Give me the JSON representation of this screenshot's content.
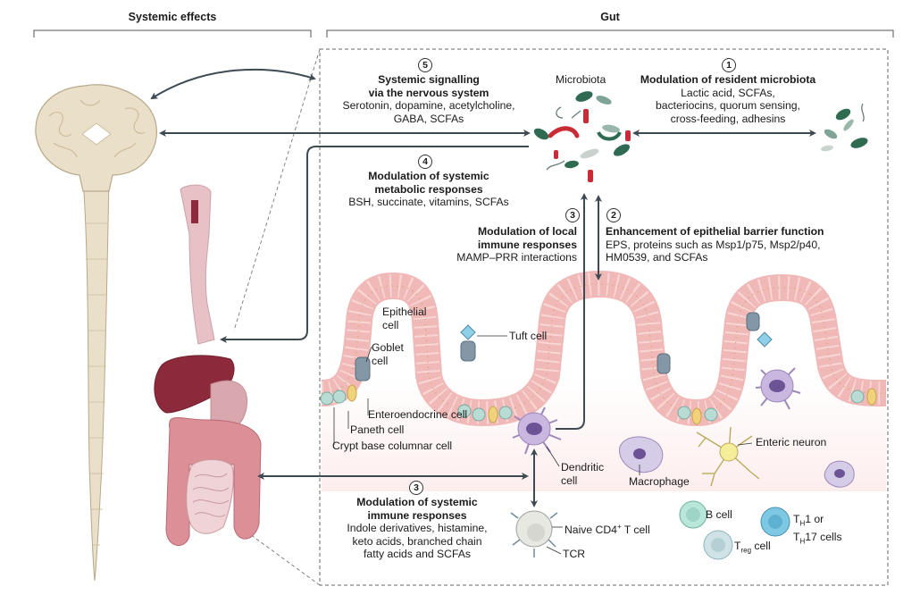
{
  "headers": {
    "systemic": "Systemic effects",
    "gut": "Gut"
  },
  "numbers": {
    "n5": "5",
    "n1": "1",
    "n4": "4",
    "n3a": "3",
    "n2": "2",
    "n3b": "3"
  },
  "blocks": {
    "nervous": {
      "title1": "Systemic signalling",
      "title2": "via the nervous system",
      "line1": "Serotonin, dopamine, acetylcholine,",
      "line2": "GABA, SCFAs"
    },
    "microbiota_label": "Microbiota",
    "resident": {
      "title": "Modulation of resident microbiota",
      "line1": "Lactic acid, SCFAs,",
      "line2": "bacteriocins, quorum sensing,",
      "line3": "cross-feeding, adhesins"
    },
    "metabolic": {
      "title1": "Modulation of systemic",
      "title2": "metabolic responses",
      "line1": "BSH, succinate, vitamins, SCFAs"
    },
    "local_immune": {
      "title1": "Modulation of local",
      "title2": "immune responses",
      "line1": "MAMP–PRR interactions"
    },
    "barrier": {
      "title": "Enhancement of epithelial barrier function",
      "line1": "EPS, proteins such as Msp1/p75, Msp2/p40,",
      "line2": "HM0539, and SCFAs"
    },
    "systemic_immune": {
      "title1": "Modulation of systemic",
      "title2": "immune responses",
      "line1": "Indole derivatives, histamine,",
      "line2": "keto acids, branched chain",
      "line3": "fatty acids and SCFAs"
    }
  },
  "cells": {
    "epithelial1": "Epithelial",
    "epithelial2": "cell",
    "goblet1": "Goblet",
    "goblet2": "cell",
    "tuft": "Tuft cell",
    "enteroendocrine": "Enteroendocrine cell",
    "paneth": "Paneth cell",
    "crypt": "Crypt base columnar cell",
    "dendritic1": "Dendritic",
    "dendritic2": "cell",
    "macrophage": "Macrophage",
    "enteric": "Enteric neuron",
    "naive": "Naive CD4",
    "naive_sup": "+",
    "naive_end": " T cell",
    "tcr": "TCR",
    "bcell": "B cell",
    "treg_t": "T",
    "treg_sub": "reg",
    "treg_end": " cell",
    "th_t": "T",
    "th_sub": "H",
    "th_line1_end": "1 or",
    "th_line2_end": "17 cells"
  },
  "colors": {
    "arrow": "#3d4a52",
    "brain": "#eadfc8",
    "pink": "#f2c7c7",
    "purple": "#b9a3d3"
  }
}
